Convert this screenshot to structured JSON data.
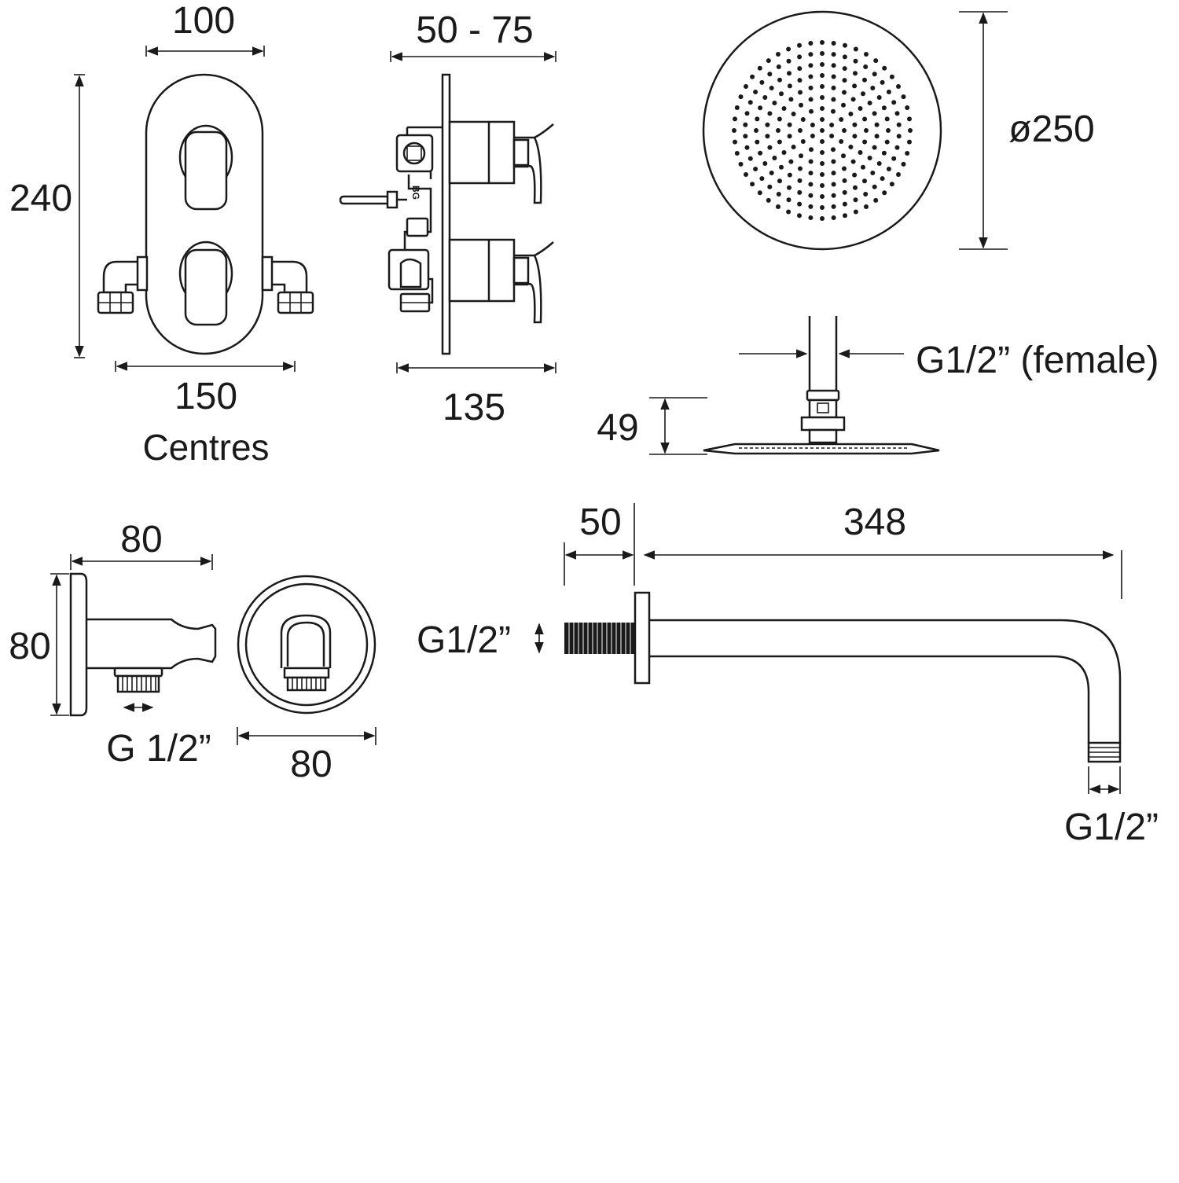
{
  "valve_front": {
    "width_label": "100",
    "height_label": "240",
    "centres_value": "150",
    "centres_word": "Centres"
  },
  "valve_side": {
    "depth_range_label": "50 - 75",
    "depth_label": "135",
    "body_mark": "BG"
  },
  "shower_head": {
    "diameter_label": "ø250",
    "height_label": "49",
    "inlet_label": "G1/2” (female)",
    "nozzle_rings": [
      1,
      6,
      12,
      18,
      24,
      30,
      36,
      42,
      48
    ]
  },
  "wall_outlet": {
    "side_width_label": "80",
    "height_label": "80",
    "thread_label": "G 1/2”",
    "front_width_label": "80"
  },
  "shower_arm": {
    "flange_label": "50",
    "length_label": "348",
    "inlet_label": "G1/2”",
    "outlet_label": "G1/2”"
  },
  "colors": {
    "ink": "#1a1a1a",
    "background": "#ffffff"
  }
}
